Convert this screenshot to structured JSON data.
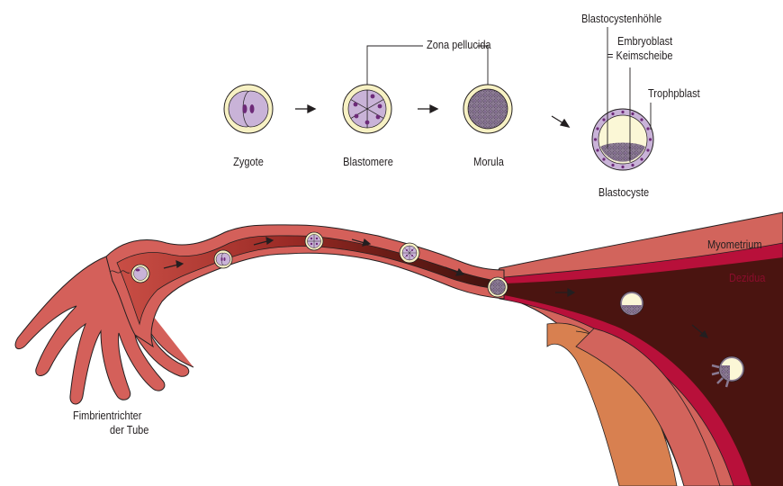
{
  "labels": {
    "zona_pellucida": "Zona pellucida",
    "blastocystenhoehle": "Blastocystenhöhle",
    "embryoblast_line1": "Embryoblast",
    "embryoblast_line2": "= Keimscheibe",
    "trophoblast": "Trophpblast",
    "myometrium": "Myometrium",
    "dezidua": "Dezidua",
    "fimbrien_line1": "Fimbrientrichter",
    "fimbrien_line2": "der Tube"
  },
  "stages": [
    {
      "name": "Zygote"
    },
    {
      "name": "Blastomere"
    },
    {
      "name": "Morula"
    },
    {
      "name": "Blastocyste"
    }
  ],
  "colors": {
    "tube_outer": "#d4605a",
    "tube_lumen_start": "#c94e45",
    "tube_lumen_end": "#4a1410",
    "decidua": "#b8103a",
    "myometrium": "#d2645c",
    "cervix_tissue": "#d88050",
    "zona": "#f7f1c4",
    "cell": "#c9b3d8",
    "nucleus": "#6d2a78"
  }
}
